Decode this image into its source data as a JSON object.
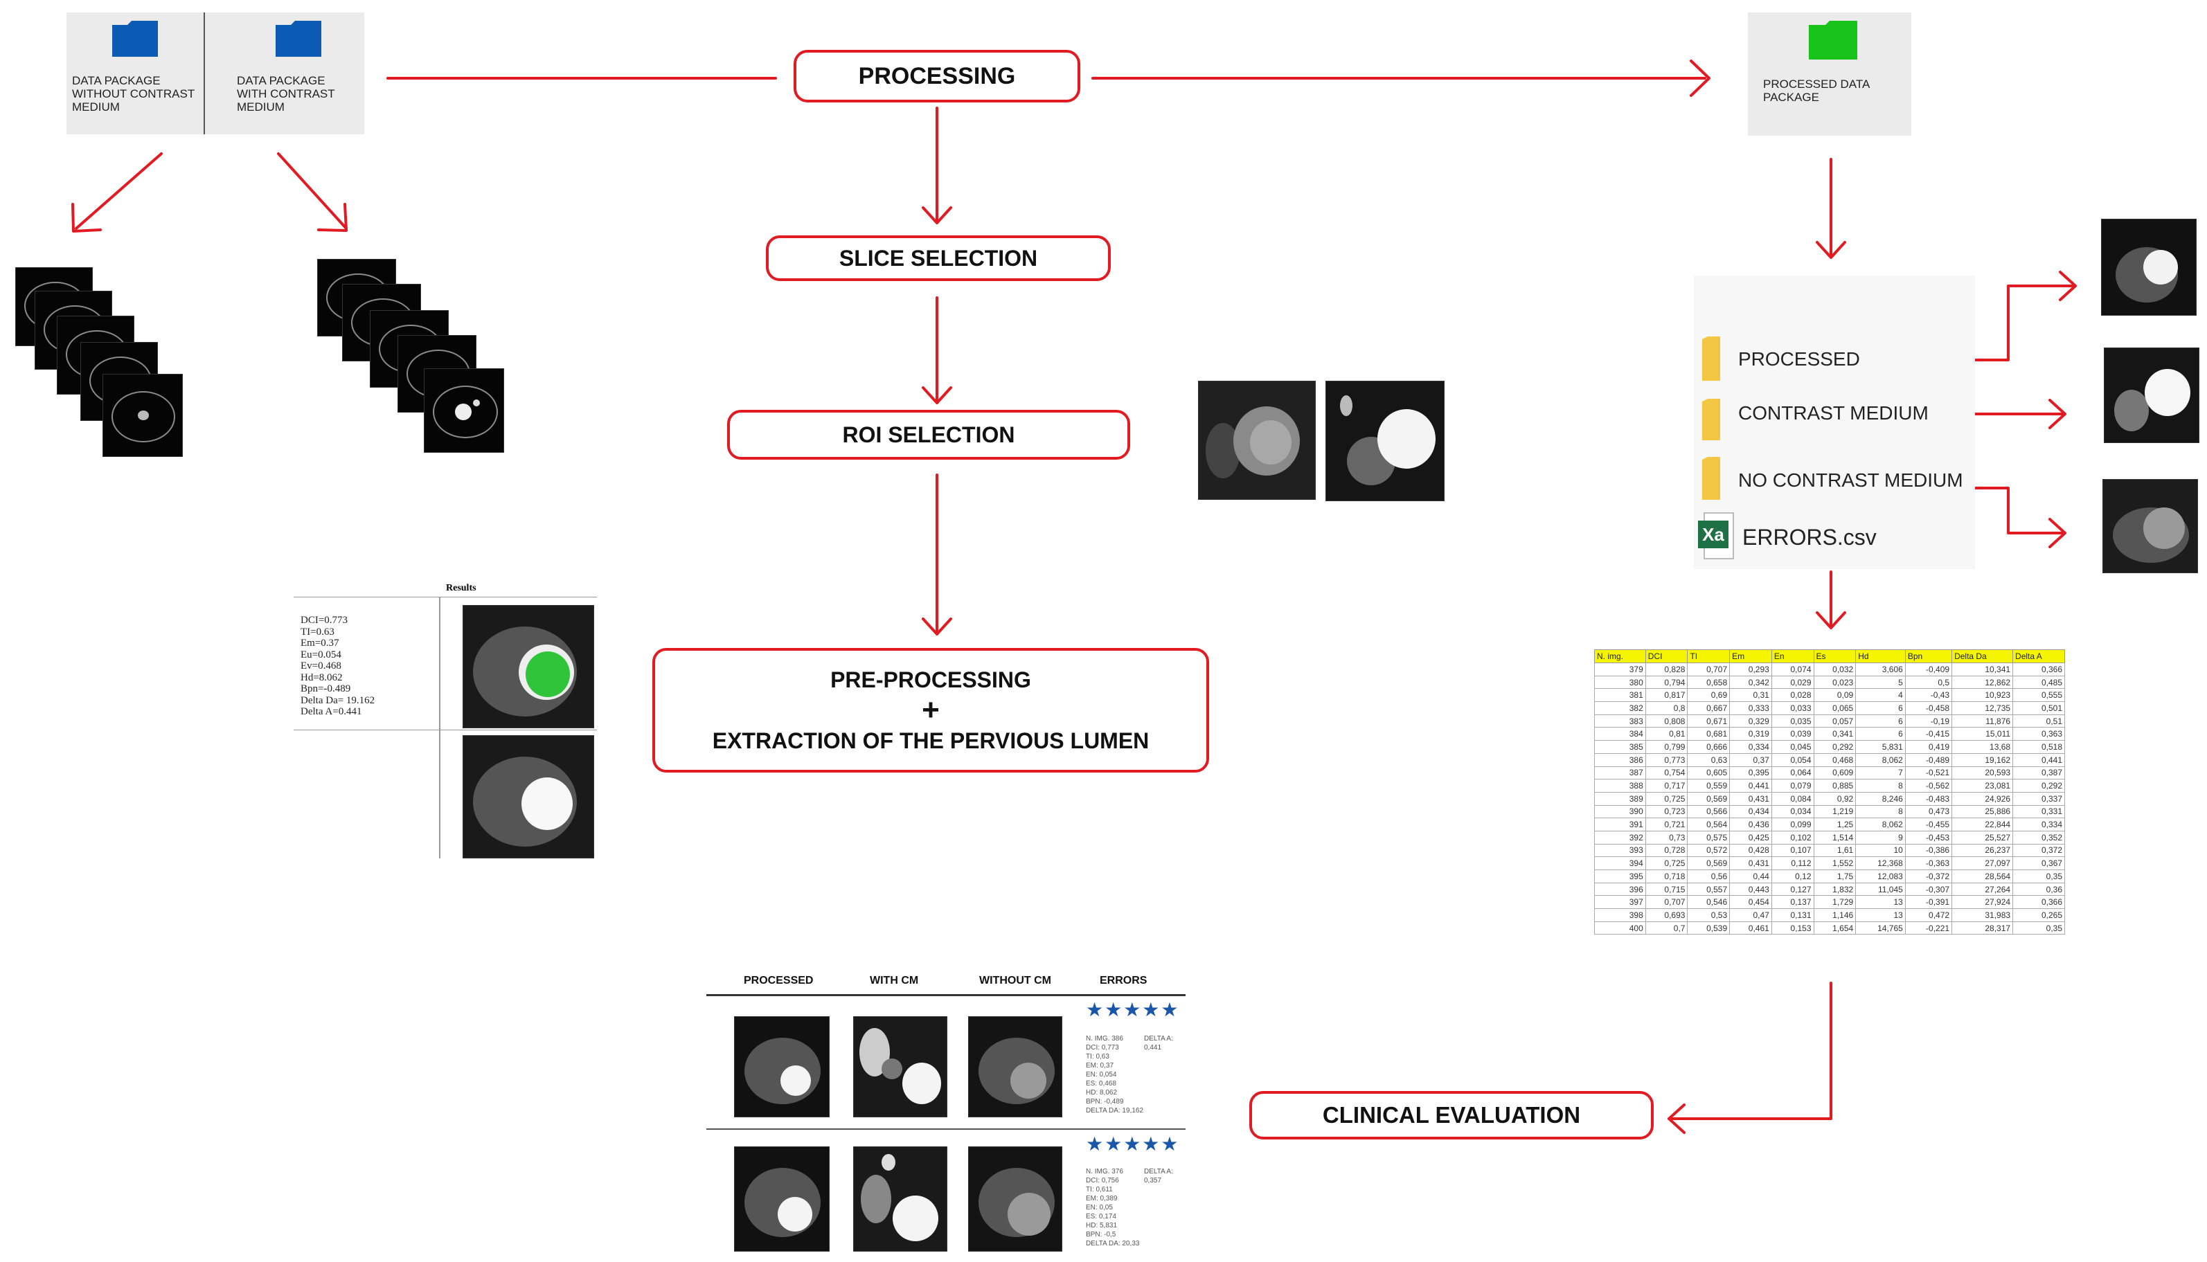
{
  "packages": {
    "left_a": "DATA PACKAGE WITHOUT CONTRAST MEDIUM",
    "left_b": "DATA PACKAGE WITH CONTRAST MEDIUM",
    "right": "PROCESSED DATA PACKAGE"
  },
  "steps": {
    "processing": "PROCESSING",
    "slice_selection": "SLICE SELECTION",
    "roi_selection": "ROI SELECTION",
    "preprocessing_line1": "PRE-PROCESSING",
    "preprocessing_plus": "+",
    "preprocessing_line2": "EXTRACTION OF THE PERVIOUS LUMEN",
    "clinical_evaluation": "CLINICAL EVALUATION"
  },
  "output_folders": {
    "processed": "PROCESSED",
    "contrast_medium": "CONTRAST MEDIUM",
    "no_contrast_medium": "NO CONTRAST MEDIUM",
    "errors_file": "ERRORS.csv",
    "excel_icon_letters": "Xa"
  },
  "results_panel": {
    "title": "Results",
    "lines": [
      "DCI=0.773",
      "TI=0.63",
      "Em=0.37",
      "Eu=0.054",
      "Ev=0.468",
      "Hd=8.062",
      "Bpn=-0.489",
      "Delta Da= 19.162",
      "Delta A=0.441"
    ]
  },
  "errors_table": {
    "headers": [
      "N. img.",
      "DCI",
      "TI",
      "Em",
      "En",
      "Es",
      "Hd",
      "Bpn",
      "Delta Da",
      "Delta A"
    ],
    "rows": [
      [
        "379",
        "0,828",
        "0,707",
        "0,293",
        "0,074",
        "0,032",
        "3,606",
        "-0,409",
        "10,341",
        "0,366"
      ],
      [
        "380",
        "0,794",
        "0,658",
        "0,342",
        "0,029",
        "0,023",
        "5",
        "0,5",
        "12,862",
        "0,485"
      ],
      [
        "381",
        "0,817",
        "0,69",
        "0,31",
        "0,028",
        "0,09",
        "4",
        "-0,43",
        "10,923",
        "0,555"
      ],
      [
        "382",
        "0,8",
        "0,667",
        "0,333",
        "0,033",
        "0,065",
        "6",
        "-0,458",
        "12,735",
        "0,501"
      ],
      [
        "383",
        "0,808",
        "0,671",
        "0,329",
        "0,035",
        "0,057",
        "6",
        "-0,19",
        "11,876",
        "0,51"
      ],
      [
        "384",
        "0,81",
        "0,681",
        "0,319",
        "0,039",
        "0,341",
        "6",
        "-0,415",
        "15,011",
        "0,363"
      ],
      [
        "385",
        "0,799",
        "0,666",
        "0,334",
        "0,045",
        "0,292",
        "5,831",
        "0,419",
        "13,68",
        "0,518"
      ],
      [
        "386",
        "0,773",
        "0,63",
        "0,37",
        "0,054",
        "0,468",
        "8,062",
        "-0,489",
        "19,162",
        "0,441"
      ],
      [
        "387",
        "0,754",
        "0,605",
        "0,395",
        "0,064",
        "0,609",
        "7",
        "-0,521",
        "20,593",
        "0,387"
      ],
      [
        "388",
        "0,717",
        "0,559",
        "0,441",
        "0,079",
        "0,885",
        "8",
        "-0,562",
        "23,081",
        "0,292"
      ],
      [
        "389",
        "0,725",
        "0,569",
        "0,431",
        "0,084",
        "0,92",
        "8,246",
        "-0,483",
        "24,926",
        "0,337"
      ],
      [
        "390",
        "0,723",
        "0,566",
        "0,434",
        "0,034",
        "1,219",
        "8",
        "0,473",
        "25,886",
        "0,331"
      ],
      [
        "391",
        "0,721",
        "0,564",
        "0,436",
        "0,099",
        "1,25",
        "8,062",
        "-0,455",
        "22,844",
        "0,334"
      ],
      [
        "392",
        "0,73",
        "0,575",
        "0,425",
        "0,102",
        "1,514",
        "9",
        "-0,453",
        "25,527",
        "0,352"
      ],
      [
        "393",
        "0,728",
        "0,572",
        "0,428",
        "0,107",
        "1,61",
        "10",
        "-0,386",
        "26,237",
        "0,372"
      ],
      [
        "394",
        "0,725",
        "0,569",
        "0,431",
        "0,112",
        "1,552",
        "12,368",
        "-0,363",
        "27,097",
        "0,367"
      ],
      [
        "395",
        "0,718",
        "0,56",
        "0,44",
        "0,12",
        "1,75",
        "12,083",
        "-0,372",
        "28,564",
        "0,35"
      ],
      [
        "396",
        "0,715",
        "0,557",
        "0,443",
        "0,127",
        "1,832",
        "11,045",
        "-0,307",
        "27,264",
        "0,36"
      ],
      [
        "397",
        "0,707",
        "0,546",
        "0,454",
        "0,137",
        "1,729",
        "13",
        "-0,391",
        "27,924",
        "0,366"
      ],
      [
        "398",
        "0,693",
        "0,53",
        "0,47",
        "0,131",
        "1,146",
        "13",
        "0,472",
        "31,983",
        "0,265"
      ],
      [
        "400",
        "0,7",
        "0,539",
        "0,461",
        "0,153",
        "1,654",
        "14,765",
        "-0,221",
        "28,317",
        "0,35"
      ]
    ]
  },
  "review_grid": {
    "headers": [
      "PROCESSED",
      "WITH CM",
      "WITHOUT CM",
      "ERRORS"
    ],
    "stars": "★★★★★",
    "row1_col_a": [
      "N. IMG. 386",
      "DCI: 0,773",
      "TI: 0,63",
      "EM: 0,37",
      "EN: 0,054",
      "ES: 0,468",
      "HD: 8,062",
      "BPN: -0,489",
      "DELTA DA: 19,162"
    ],
    "row1_col_b": "DELTA A: 0,441",
    "row2_col_a": [
      "N. IMG. 376",
      "DCI: 0,756",
      "TI: 0,611",
      "EM: 0,389",
      "EN: 0,05",
      "ES: 0,174",
      "HD: 5,831",
      "BPN: -0,5",
      "DELTA DA: 20,33"
    ],
    "row2_col_b": "DELTA A: 0,357"
  },
  "colors": {
    "arrow_red": "#e21b23",
    "folder_blue": "#0b5bb5",
    "folder_green": "#18c41a",
    "folder_yellow": "#f3c743",
    "excel_green": "#1e7145",
    "header_yellow": "#f5f500",
    "star_blue": "#1a57a8"
  }
}
